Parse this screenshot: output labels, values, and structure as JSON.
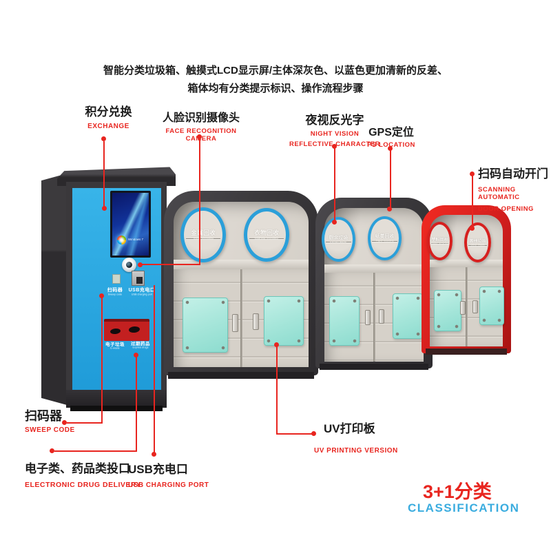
{
  "header": {
    "line1": "智能分类垃圾箱、触摸式LCD显示屏/主体深灰色、以蓝色更加清新的反差、",
    "line2": "箱体均有分类提示标识、操作流程步骤"
  },
  "callouts": {
    "exchange": {
      "zh": "积分兑换",
      "en": "EXCHANGE"
    },
    "face_camera": {
      "zh": "人脸识别摄像头",
      "en": "FACE RECOGNITION CAMERA"
    },
    "night_vision": {
      "zh": "夜视反光字",
      "en1": "NIGHT VISION",
      "en2": "REFLECTIVE CHARACTER"
    },
    "gps": {
      "zh": "GPS定位",
      "en": "PS LOCATION"
    },
    "scan_door": {
      "zh": "扫码自动开门",
      "en1": "SCANNING AUTOMATIC",
      "en2": "DOOR OPENING"
    },
    "sweep_code": {
      "zh": "扫码器",
      "en": "SWEEP CODE"
    },
    "electronic_drug": {
      "zh": "电子类、药品类投口",
      "en": "ELECTRONIC DRUG DELIVERY"
    },
    "usb": {
      "zh": "USB充电口",
      "en": "USB CHARGING PORT"
    },
    "uv": {
      "zh": "UV打印板",
      "en": "UV PRINTING VERSION"
    }
  },
  "kiosk": {
    "screen_caption": "Windows 7",
    "panel_labels": {
      "scanner": {
        "zh": "扫码器",
        "en": "Sweep code"
      },
      "usb": {
        "zh": "USB充电口",
        "en": "USB charging port"
      },
      "ewaste": {
        "zh": "电子垃圾",
        "en": "E-waste"
      },
      "drugs": {
        "zh": "过期药品",
        "en": "Expired drugs"
      }
    }
  },
  "bins": [
    {
      "circles": [
        {
          "zh": "金属回收",
          "en": "metal recycling"
        },
        {
          "zh": "衣物回收",
          "en": "Clothing recycling"
        }
      ]
    },
    {
      "circles": [
        {
          "zh": "厨余垃圾",
          "en": "Kitchen Waste"
        },
        {
          "zh": "纸类回收",
          "en": "Paper recycling"
        }
      ]
    },
    {
      "circles": [
        {
          "zh": "塑料回收",
          "en": "Plastic recycling"
        },
        {
          "zh": "其他垃圾",
          "en": "Other Waste"
        }
      ]
    }
  ],
  "footer": {
    "zh": "3+1分类",
    "en": "CLASSIFICATION"
  },
  "colors": {
    "accent_red": "#e8251f",
    "panel_blue": "#29a6e0",
    "classification_blue": "#3aacdf",
    "frame_dark": "#3a383b",
    "frame_red": "#d51f1e",
    "door_beige": "#d6d1c9",
    "plate_teal": "#a4e5d9",
    "ring_blue": "#2b9fd9",
    "ring_red": "#d6201f"
  }
}
